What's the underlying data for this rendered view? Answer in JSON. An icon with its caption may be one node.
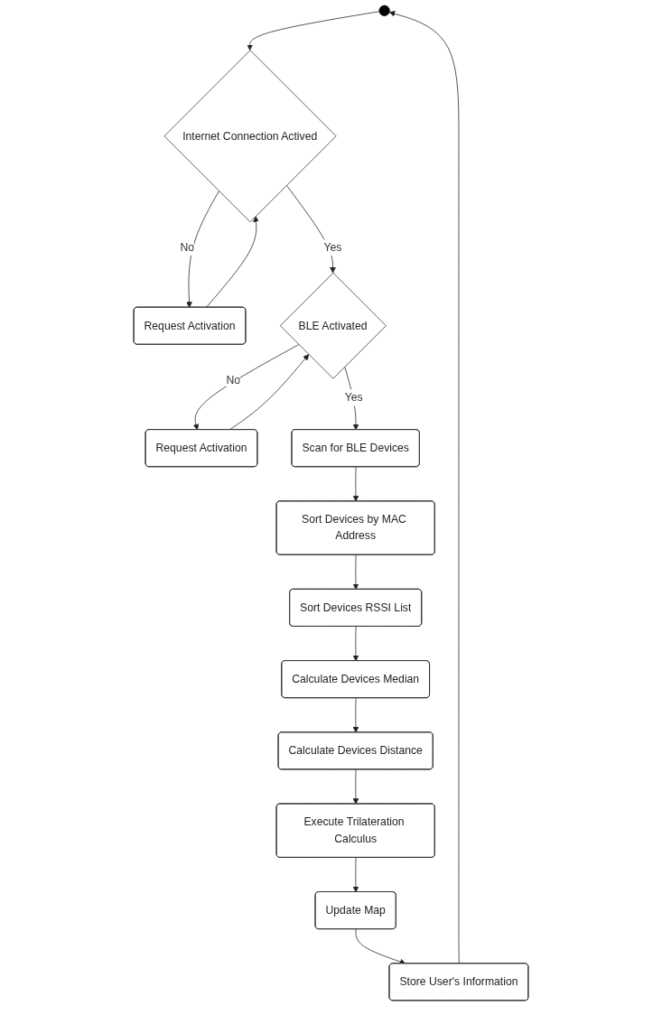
{
  "diagram": {
    "nodes": [
      {
        "text": [],
        "shape": "circle"
      },
      {
        "text": [
          "Internet Connection Actived"
        ]
      },
      {
        "text": [
          "Request Activation"
        ]
      },
      {
        "text": [
          "BLE Activated"
        ]
      },
      {
        "text": [
          "Request Activation"
        ]
      },
      {
        "text": [
          "Scan for BLE Devices"
        ]
      },
      {
        "text": [
          "Sort Devices by MAC Address"
        ]
      },
      {
        "text": [
          "Sort Devices RSSI List"
        ]
      },
      {
        "text": [
          "Calculate Devices Median"
        ]
      },
      {
        "text": [
          "Calculate Devices Distance"
        ]
      },
      {
        "text": [
          "Execute Trilateration Calculus"
        ]
      },
      {
        "text": [
          "Update Map"
        ]
      },
      {
        "text": [
          "Store User's Information"
        ]
      }
    ],
    "edges": [
      {
        "from": 0,
        "to": 1,
        "arrow": "to"
      },
      {
        "from": 1,
        "to": 2,
        "label": "No",
        "arrow": "to"
      },
      {
        "from": 2,
        "to": 1,
        "arrow": "to"
      },
      {
        "from": 1,
        "to": 3,
        "label": "Yes",
        "arrow": "to"
      },
      {
        "from": 3,
        "to": 4,
        "label": "No",
        "arrow": "to"
      },
      {
        "from": 4,
        "to": 3,
        "arrow": "to"
      },
      {
        "from": 3,
        "to": 5,
        "label": "Yes",
        "arrow": "to"
      },
      {
        "from": 5,
        "to": 6,
        "arrow": "to"
      },
      {
        "from": 6,
        "to": 7,
        "arrow": "to"
      },
      {
        "from": 7,
        "to": 8,
        "arrow": "to"
      },
      {
        "from": 8,
        "to": 9,
        "arrow": "to"
      },
      {
        "from": 9,
        "to": 10,
        "arrow": "to"
      },
      {
        "from": 10,
        "to": 11,
        "arrow": "to"
      },
      {
        "from": 11,
        "to": 12,
        "arrow": "to"
      },
      {
        "from": 12,
        "to": 0,
        "arrow": "to"
      }
    ]
  }
}
